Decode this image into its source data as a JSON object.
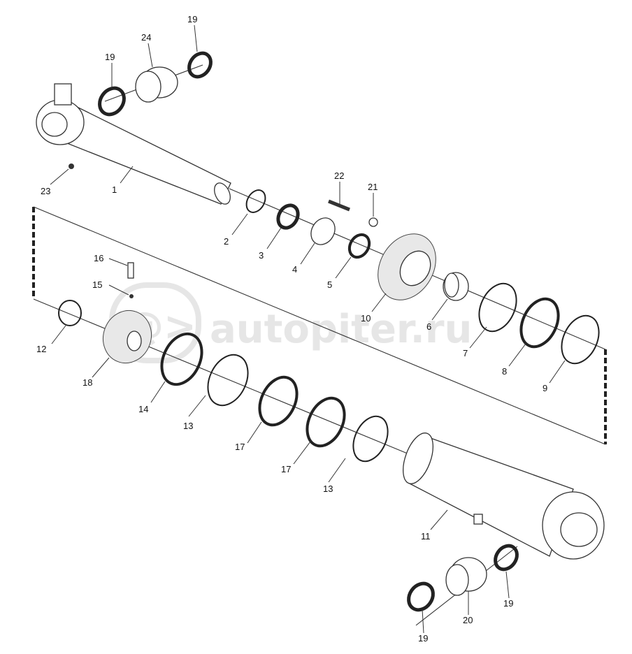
{
  "watermark": {
    "symbol": "@>",
    "text": "autopiter.ru"
  },
  "callouts": [
    {
      "id": "p1",
      "label": "1"
    },
    {
      "id": "p2",
      "label": "2"
    },
    {
      "id": "p3",
      "label": "3"
    },
    {
      "id": "p4",
      "label": "4"
    },
    {
      "id": "p5",
      "label": "5"
    },
    {
      "id": "p6",
      "label": "6"
    },
    {
      "id": "p7",
      "label": "7"
    },
    {
      "id": "p8",
      "label": "8"
    },
    {
      "id": "p9",
      "label": "9"
    },
    {
      "id": "p10",
      "label": "10"
    },
    {
      "id": "p11",
      "label": "11"
    },
    {
      "id": "p12",
      "label": "12"
    },
    {
      "id": "p13a",
      "label": "13"
    },
    {
      "id": "p13b",
      "label": "13"
    },
    {
      "id": "p14",
      "label": "14"
    },
    {
      "id": "p15",
      "label": "15"
    },
    {
      "id": "p16",
      "label": "16"
    },
    {
      "id": "p17a",
      "label": "17"
    },
    {
      "id": "p17b",
      "label": "17"
    },
    {
      "id": "p18",
      "label": "18"
    },
    {
      "id": "p19a",
      "label": "19"
    },
    {
      "id": "p19b",
      "label": "19"
    },
    {
      "id": "p19c",
      "label": "19"
    },
    {
      "id": "p19d",
      "label": "19"
    },
    {
      "id": "p20",
      "label": "20"
    },
    {
      "id": "p21",
      "label": "21"
    },
    {
      "id": "p22",
      "label": "22"
    },
    {
      "id": "p23",
      "label": "23"
    },
    {
      "id": "p24",
      "label": "24"
    }
  ]
}
